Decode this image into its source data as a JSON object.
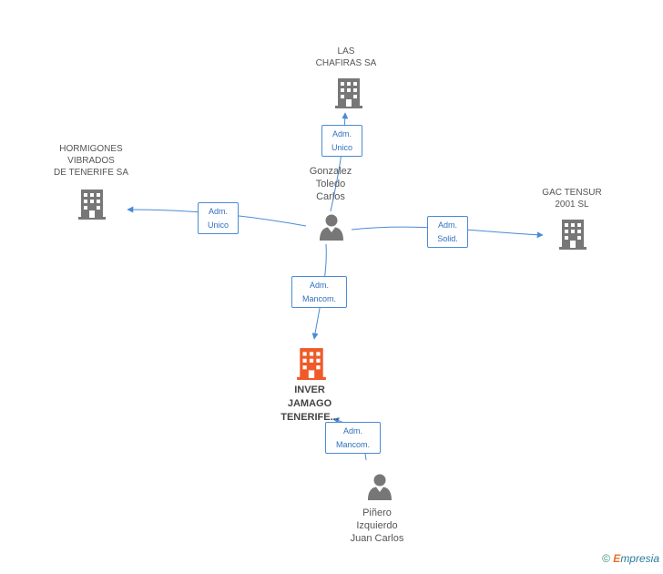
{
  "nodes": {
    "las_chafiras": {
      "label": "LAS\nCHAFIRAS SA"
    },
    "hormigones": {
      "label": "HORMIGONES\nVIBRADOS\nDE TENERIFE SA"
    },
    "gac_tensur": {
      "label": "GAC TENSUR\n2001 SL"
    },
    "gonzalez": {
      "label": "Gonzalez\nToledo\nCarlos"
    },
    "inver": {
      "label": "INVER\nJAMAGO\nTENERIFE..."
    },
    "pinero": {
      "label": "Piñero\nIzquierdo\nJuan Carlos"
    }
  },
  "relations": {
    "to_chafiras": "Adm.\nUnico",
    "to_hormigones": "Adm.\nUnico",
    "to_gac": "Adm.\nSolid.",
    "to_inver": "Adm.\nMancom.",
    "pinero_to_inver": "Adm.\nMancom."
  },
  "colors": {
    "edge": "#4a8bd6",
    "company_icon": "#777777",
    "main_icon": "#f05a28",
    "person_icon": "#777777"
  },
  "footer": {
    "copyright": "©",
    "brand_first": "E",
    "brand_rest": "mpresia"
  }
}
